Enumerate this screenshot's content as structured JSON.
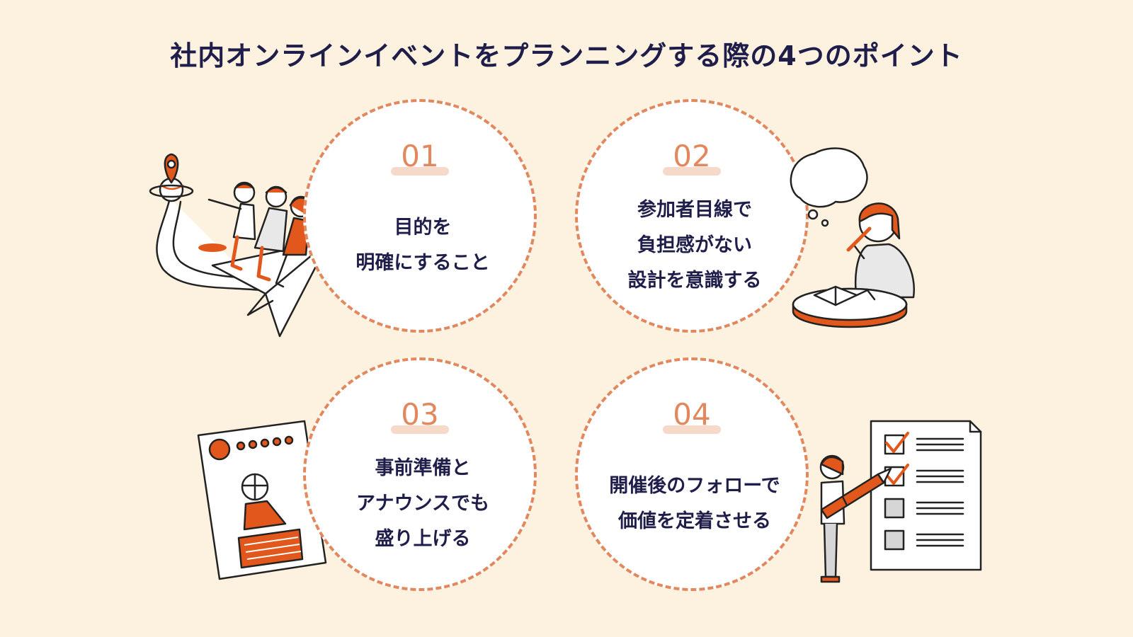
{
  "title": "社内オンラインイベントをプランニングする際の4つのポイント",
  "colors": {
    "background": "#fdf2df",
    "accent": "#e3875c",
    "orange": "#e2571c",
    "navy": "#1f1e4a"
  },
  "points": [
    {
      "number": "01",
      "lines": [
        "目的を",
        "明確にすること"
      ]
    },
    {
      "number": "02",
      "lines": [
        "参加者目線で",
        "負担感がない",
        "設計を意識する"
      ]
    },
    {
      "number": "03",
      "lines": [
        "事前準備と",
        "アナウンスでも",
        "盛り上げる"
      ]
    },
    {
      "number": "04",
      "lines": [
        "開催後のフォローで",
        "価値を定着させる"
      ]
    }
  ],
  "illustrations": [
    "people-on-paper-plane-illustration",
    "person-thinking-at-table-illustration",
    "event-flyer-illustration",
    "person-with-checklist-illustration"
  ]
}
